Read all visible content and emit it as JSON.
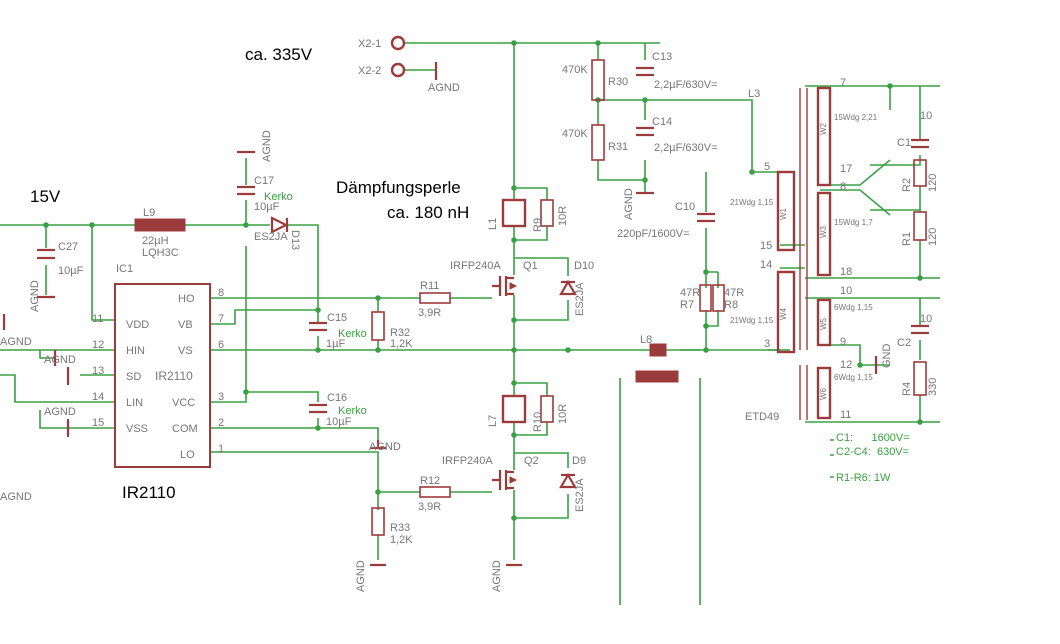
{
  "annotations": {
    "hv": "ca. 335V",
    "lv": "15V",
    "bead_title": "Dämpfungsperle",
    "bead_value": "ca. 180 nH",
    "ic_name": "IR2110",
    "transformer": "ETD49",
    "notes": [
      "C1:      1600V=",
      "C2-C4:  630V=",
      "R1-R6: 1W"
    ]
  },
  "connectors": [
    "X2-1",
    "X2-2"
  ],
  "ground": "AGND",
  "gnd": "GND",
  "ic": {
    "ref": "IC1",
    "center_label": "IR2110",
    "left_pins": [
      {
        "num": "11",
        "name": "VDD"
      },
      {
        "num": "12",
        "name": "HIN"
      },
      {
        "num": "13",
        "name": "SD"
      },
      {
        "num": "14",
        "name": "LIN"
      },
      {
        "num": "15",
        "name": "VSS"
      }
    ],
    "right_pins": [
      {
        "num": "8",
        "name": "HO"
      },
      {
        "num": "7",
        "name": "VB"
      },
      {
        "num": "6",
        "name": "VS"
      },
      {
        "num": "3",
        "name": "VCC"
      },
      {
        "num": "2",
        "name": "COM"
      },
      {
        "num": "1",
        "name": "LO"
      }
    ]
  },
  "components": {
    "r30": {
      "ref": "R30",
      "value": "470K"
    },
    "r31": {
      "ref": "R31",
      "value": "470K"
    },
    "c13": {
      "ref": "C13",
      "value": "2,2µF/630V="
    },
    "c14": {
      "ref": "C14",
      "value": "2,2µF/630V="
    },
    "l3": {
      "ref": "L3"
    },
    "c10": {
      "ref": "C10",
      "value": "220pF/1600V="
    },
    "r7": {
      "ref": "R7",
      "value": "47R"
    },
    "r8": {
      "ref": "R8",
      "value": "47R"
    },
    "l1": {
      "ref": "L1"
    },
    "r9": {
      "ref": "R9",
      "value": "10R"
    },
    "q1": {
      "ref": "Q1",
      "value": "IRFP240A"
    },
    "d10": {
      "ref": "D10",
      "value": "ES2JA"
    },
    "r11": {
      "ref": "R11",
      "value": "3,9R"
    },
    "r32": {
      "ref": "R32",
      "value": "1,2K"
    },
    "c15": {
      "ref": "C15",
      "value": "1µF",
      "note": "Kerko"
    },
    "c16": {
      "ref": "C16",
      "value": "10µF",
      "note": "Kerko"
    },
    "c17": {
      "ref": "C17",
      "value": "10µF",
      "note": "Kerko"
    },
    "l9": {
      "ref": "L9",
      "value": "22µH",
      "value2": "LQH3C"
    },
    "c27": {
      "ref": "C27",
      "value": "10µF"
    },
    "d13": {
      "ref": "D13",
      "value": "ES2JA"
    },
    "l7": {
      "ref": "L7"
    },
    "r10": {
      "ref": "R10",
      "value": "10R"
    },
    "q2": {
      "ref": "Q2",
      "value": "IRFP240A"
    },
    "d9": {
      "ref": "D9",
      "value": "ES2JA"
    },
    "r12": {
      "ref": "R12",
      "value": "3,9R"
    },
    "r33": {
      "ref": "R33",
      "value": "1,2K"
    },
    "l8": {
      "ref": "L8"
    },
    "c1": {
      "ref": "C1",
      "value": "10"
    },
    "c2": {
      "ref": "C2",
      "value": "10"
    },
    "r1": {
      "ref": "R1",
      "value": "120"
    },
    "r2": {
      "ref": "R2",
      "value": "120"
    },
    "r4": {
      "ref": "R4",
      "value": "330"
    }
  },
  "transformer_pins": [
    "7",
    "17",
    "8",
    "18",
    "5",
    "15",
    "14",
    "3",
    "10",
    "9",
    "12",
    "11"
  ],
  "windings": [
    "15Wdg 2,21",
    "15Wdg 1,7",
    "21Wdg 1,15",
    "21Wdg 1,15",
    "6Wdg 1,15",
    "6Wdg 1,15"
  ],
  "winding_tags": [
    "W2",
    "W3",
    "W1",
    "W4",
    "W5",
    "W6"
  ]
}
